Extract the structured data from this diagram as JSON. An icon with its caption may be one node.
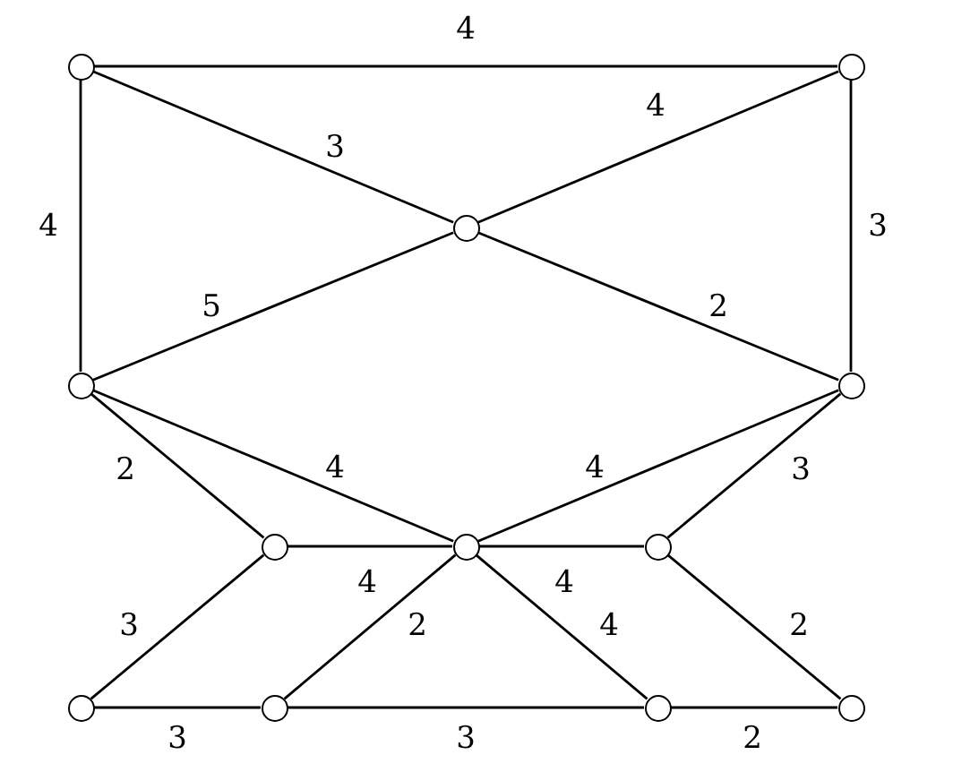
{
  "diagram": {
    "nodes": [
      {
        "text": [],
        "shape": "circle"
      },
      {
        "text": [],
        "shape": "circle"
      },
      {
        "text": [],
        "shape": "circle"
      },
      {
        "text": [],
        "shape": "circle"
      },
      {
        "text": [],
        "shape": "circle"
      },
      {
        "text": [],
        "shape": "circle"
      },
      {
        "text": [],
        "shape": "circle"
      },
      {
        "text": [],
        "shape": "circle"
      },
      {
        "text": [],
        "shape": "circle"
      },
      {
        "text": [],
        "shape": "circle"
      },
      {
        "text": [],
        "shape": "circle"
      },
      {
        "text": [],
        "shape": "circle"
      }
    ],
    "edges": [
      {
        "from": 0,
        "to": 1,
        "arrow": "none",
        "label": "4"
      },
      {
        "from": 0,
        "to": 2,
        "arrow": "none",
        "label": "3"
      },
      {
        "from": 1,
        "to": 2,
        "arrow": "none",
        "label": "4"
      },
      {
        "from": 0,
        "to": 3,
        "arrow": "none",
        "label": "4"
      },
      {
        "from": 1,
        "to": 4,
        "arrow": "none",
        "label": "3"
      },
      {
        "from": 3,
        "to": 2,
        "arrow": "none",
        "label": "5"
      },
      {
        "from": 2,
        "to": 4,
        "arrow": "none",
        "label": "2"
      },
      {
        "from": 3,
        "to": 5,
        "arrow": "none",
        "label": "2"
      },
      {
        "from": 3,
        "to": 6,
        "arrow": "none",
        "label": "4"
      },
      {
        "from": 4,
        "to": 6,
        "arrow": "none",
        "label": "4"
      },
      {
        "from": 4,
        "to": 7,
        "arrow": "none",
        "label": "3"
      },
      {
        "from": 5,
        "to": 6,
        "arrow": "none",
        "label": "4"
      },
      {
        "from": 6,
        "to": 7,
        "arrow": "none",
        "label": "4"
      },
      {
        "from": 5,
        "to": 8,
        "arrow": "none",
        "label": "3"
      },
      {
        "from": 6,
        "to": 9,
        "arrow": "none",
        "label": "2"
      },
      {
        "from": 6,
        "to": 10,
        "arrow": "none",
        "label": "4"
      },
      {
        "from": 7,
        "to": 11,
        "arrow": "none",
        "label": "2"
      },
      {
        "from": 8,
        "to": 9,
        "arrow": "none",
        "label": "3"
      },
      {
        "from": 9,
        "to": 10,
        "arrow": "none",
        "label": "3"
      },
      {
        "from": 10,
        "to": 11,
        "arrow": "none",
        "label": "2"
      }
    ]
  }
}
